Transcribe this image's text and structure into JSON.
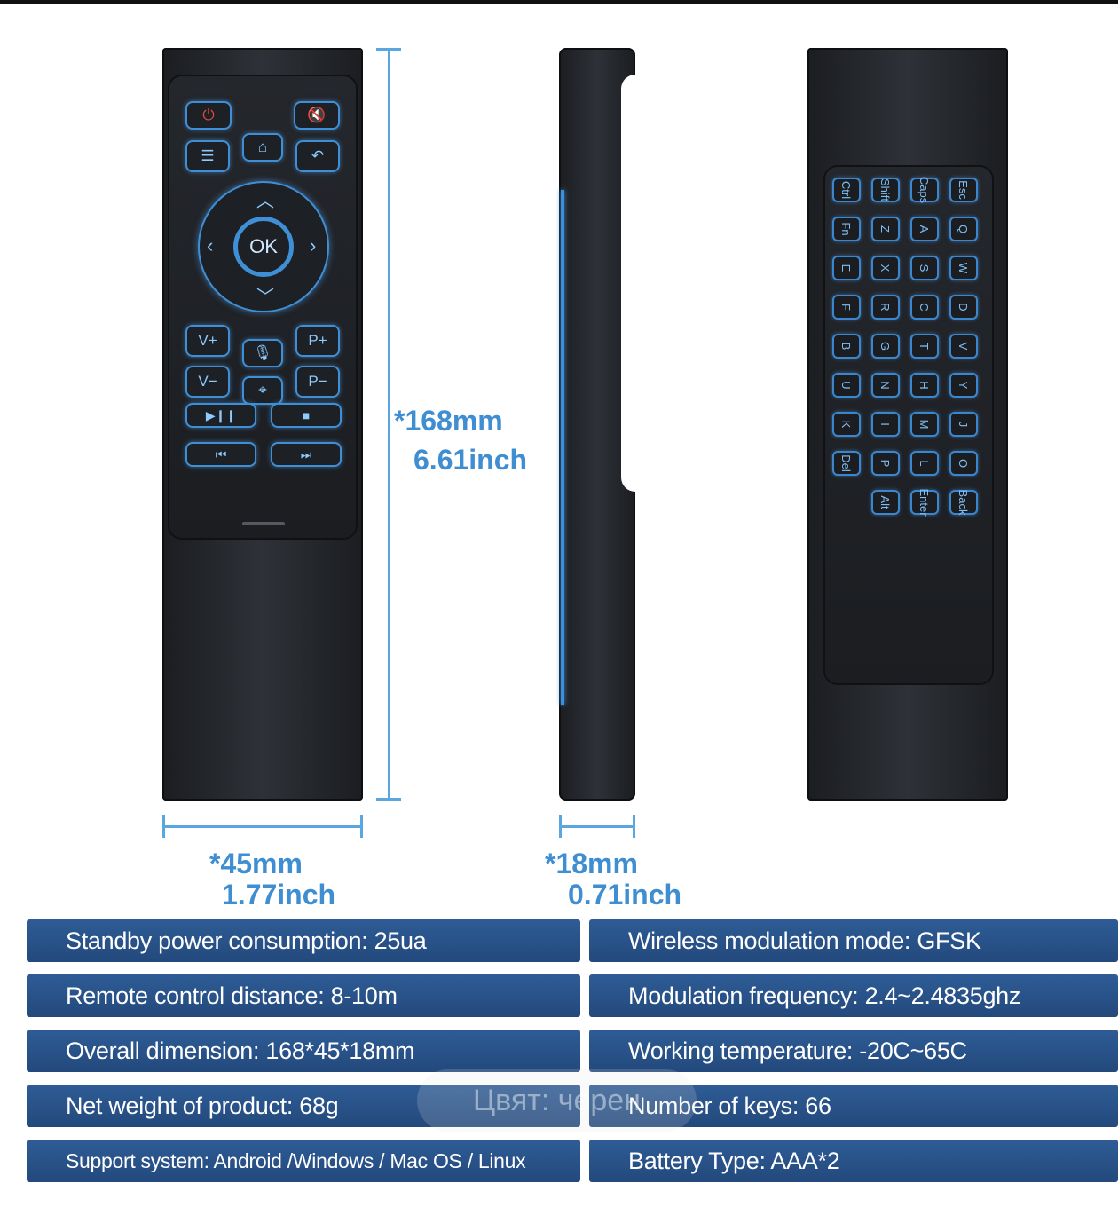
{
  "dimensions": {
    "height_mm": "*168mm",
    "height_inch": "6.61inch",
    "width_mm": "*45mm",
    "width_inch": "1.77inch",
    "depth_mm": "*18mm",
    "depth_inch": "0.71inch"
  },
  "remote_front_keys": {
    "ok": "OK",
    "vol_up": "V+",
    "vol_down": "V−",
    "prog_up": "P+",
    "prog_down": "P−"
  },
  "keyboard_keys": [
    "Esc",
    "Caps",
    "Shift",
    "Ctrl",
    "Q",
    "A",
    "Z",
    "Fn",
    "W",
    "S",
    "X",
    "E",
    "D",
    "C",
    "R",
    "F",
    "V",
    "T",
    "G",
    "B",
    "Y",
    "H",
    "N",
    "U",
    "J",
    "M",
    "I",
    "K",
    "O",
    "L",
    "P",
    "Del",
    "Back",
    "Enter",
    "Alt"
  ],
  "specs": {
    "left": [
      "Standby power consumption: 25ua",
      "Remote control distance: 8-10m",
      "Overall dimension: 168*45*18mm",
      "Net weight of product: 68g",
      "Support system: Android /Windows / Mac OS / Linux"
    ],
    "right": [
      "Wireless modulation mode: GFSK",
      "Modulation frequency: 2.4~2.4835ghz",
      "Working temperature: -20C~65C",
      "Number of keys: 66",
      "Battery Type:  AAA*2"
    ]
  },
  "watermark": "Цвят: черен",
  "colors": {
    "accent": "#3f8ed2",
    "spec_bar": "#2b5891",
    "key_glow": "#3e8fd6"
  }
}
